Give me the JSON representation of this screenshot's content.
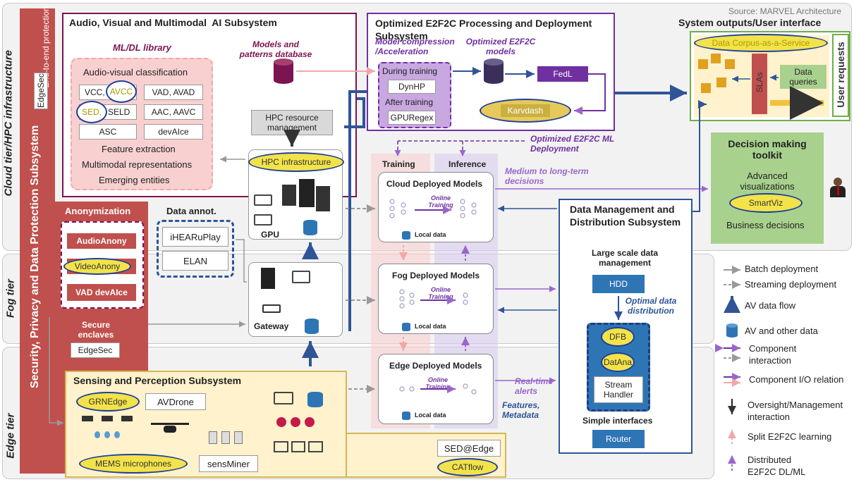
{
  "source": "Source: MARVEL Architecture",
  "tiers": {
    "cloud_label": "Cloud tier/HPC infrastructure",
    "fog_label": "Fog tier",
    "edge_label": "Edge tier"
  },
  "security": {
    "vertical_label": "Security, Privacy and Data Protection Subsystem",
    "e2e_label": "End-to-end protection",
    "edgesec_top": "EdgeSec",
    "anonymization_title": "Anonymization",
    "audio_anony": "AudioAnony",
    "video_anony": "VideoAnony",
    "vad_device": "VAD devAIce",
    "secure_enclaves": "Secure enclaves",
    "edgesec_bottom": "EdgeSec"
  },
  "ai_subsystem": {
    "title": "Audio, Visual and Multimodal  AI Subsystem",
    "ml_library": "ML/DL library",
    "models_db": "Models and patterns database",
    "av_classification": "Audio-visual classification",
    "vcc": "VCC,",
    "avcc": "AVCC",
    "vad": "VAD, AVAD",
    "sed": "SED,",
    "seld": "SELD",
    "aac": "AAC, AAVC",
    "asc": "ASC",
    "device": "devAIce",
    "feature_extraction": "Feature extraction",
    "multimodal": "Multimodal representations",
    "emerging": "Emerging entities"
  },
  "optimized": {
    "title": "Optimized E2F2C Processing and Deployment Subsystem",
    "compression": "Model compression /Acceleration",
    "optimized_models": "Optimized E2F2C models",
    "during_training": "During training",
    "dynhp": "DynHP",
    "after_training": "After training",
    "gpuregex": "GPURegex",
    "fedl": "FedL",
    "karvdash": "Karvdash",
    "ml_deployment": "Optimized E2F2C ML Deployment"
  },
  "outputs": {
    "title": "System outputs/User interface",
    "dcaas": "Data Corpus-as-a-Service",
    "slas": "SLAs",
    "data_queries": "Data queries",
    "user_requests": "User requests"
  },
  "decision": {
    "title": "Decision making toolkit",
    "advanced": "Advanced visualizations",
    "smartviz": "SmartViz",
    "business": "Business decisions"
  },
  "hpc": {
    "resource_mgmt": "HPC resource management",
    "infrastructure": "HPC infrastructure",
    "gpu": "GPU",
    "gateway": "Gateway"
  },
  "annotation": {
    "title": "Data annot.",
    "ihearu": "iHEARuPlay",
    "elan": "ELAN"
  },
  "models": {
    "training": "Training",
    "inference": "Inference",
    "medium_term": "Medium to long-term decisions",
    "cloud": "Cloud Deployed Models",
    "fog": "Fog Deployed Models",
    "edge": "Edge Deployed Models",
    "online_training": "Online Training",
    "local_data": "Local data",
    "realtime": "Real-time alerts",
    "features": "Features, Metadata"
  },
  "dmd": {
    "title": "Data Management and Distribution Subsystem",
    "large_scale": "Large scale data management",
    "hdd": "HDD",
    "optimal": "Optimal data distribution",
    "dfb": "DFB",
    "datana": "DatAna",
    "stream_handler": "Stream Handler",
    "simple_interfaces": "Simple interfaces",
    "router": "Router"
  },
  "sensing": {
    "title": "Sensing and Perception Subsystem",
    "grnedge": "GRNEdge",
    "avdrone": "AVDrone",
    "mems": "MEMS microphones",
    "sensminer": "sensMiner",
    "sed_edge": "SED@Edge",
    "catflow": "CATflow"
  },
  "legend": {
    "batch": "Batch deployment",
    "streaming": "Streaming deployment",
    "av_flow": "AV data flow",
    "av_data": "AV and other data",
    "component_interaction": "Component interaction",
    "io_relation": "Component I/O relation",
    "oversight": "Oversight/Management interaction",
    "split": "Split E2F2C learning",
    "distributed": "Distributed E2F2C DL/ML"
  },
  "colors": {
    "security_red": "#c0504d",
    "ai_border": "#7b1450",
    "opt_border": "#7030a0",
    "output_green": "#70ad47",
    "decision_green": "#a9d18e",
    "dmd_blue": "#2f5597",
    "sensing_yellow": "#fff2cc",
    "highlight": "#f3e34a",
    "flow_blue": "#2f5597",
    "io_purple": "#9966cc"
  }
}
